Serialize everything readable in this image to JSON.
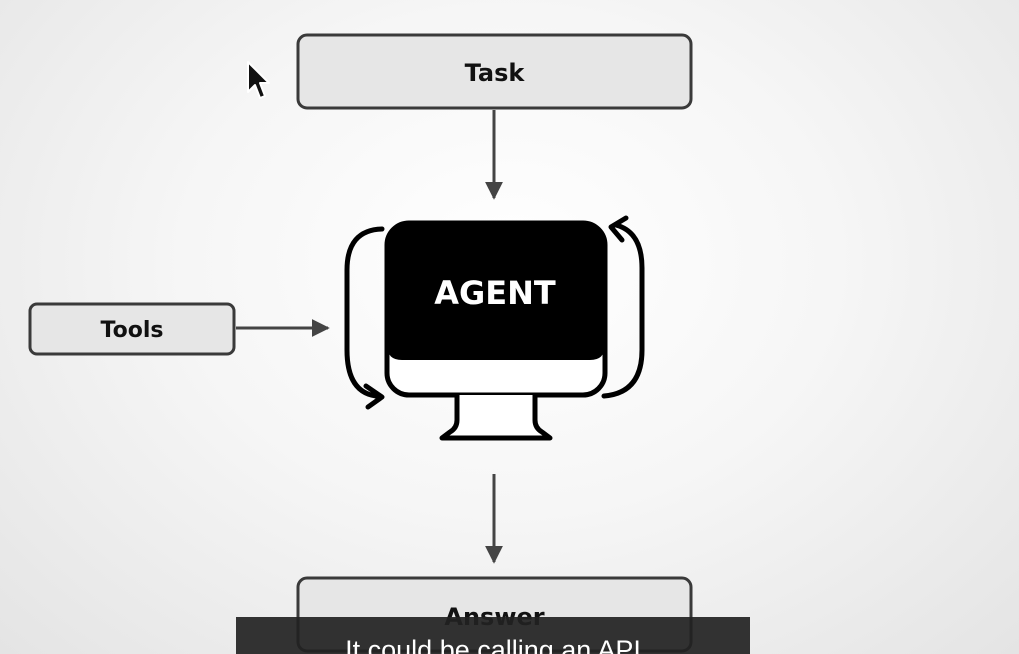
{
  "diagram": {
    "nodes": {
      "task": {
        "label": "Task"
      },
      "tools": {
        "label": "Tools"
      },
      "agent": {
        "label": "AGENT"
      },
      "answer": {
        "label": "Answer"
      }
    },
    "edges": [
      {
        "from": "task",
        "to": "agent"
      },
      {
        "from": "tools",
        "to": "agent"
      },
      {
        "from": "agent",
        "to": "answer"
      }
    ],
    "colors": {
      "box_fill": "#e6e6e6",
      "box_stroke": "#3a3a3a",
      "arrow": "#444444",
      "agent_screen": "#000000",
      "agent_text": "#ffffff"
    }
  },
  "caption": {
    "text": "It could be calling an API"
  },
  "cursor": {
    "icon": "mouse-pointer-icon"
  }
}
